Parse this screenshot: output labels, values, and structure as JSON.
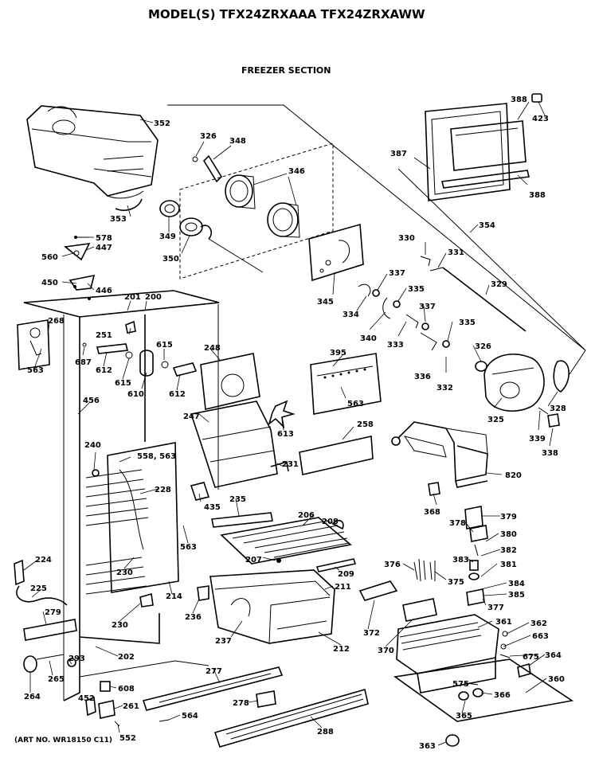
{
  "header": {
    "model_title": "MODEL(S) TFX24ZRXAAA  TFX24ZRXAWW",
    "section_title": "FREEZER SECTION"
  },
  "footer": {
    "art_number": "(ART NO. WR18150 C11)"
  },
  "part_labels": [
    "352",
    "326",
    "348",
    "346",
    "388",
    "423",
    "387",
    "388",
    "353",
    "349",
    "350",
    "354",
    "330",
    "331",
    "329",
    "578",
    "447",
    "560",
    "450",
    "446",
    "345",
    "337",
    "335",
    "334",
    "340",
    "333",
    "337",
    "335",
    "326",
    "201",
    "200",
    "268",
    "251",
    "615",
    "248",
    "563",
    "687",
    "612",
    "615",
    "610",
    "612",
    "336",
    "332",
    "395",
    "563",
    "325",
    "328",
    "456",
    "247",
    "613",
    "258",
    "339",
    "338",
    "240",
    "558, 563",
    "231",
    "820",
    "228",
    "435",
    "235",
    "368",
    "379",
    "378",
    "206",
    "208",
    "380",
    "563",
    "382",
    "224",
    "230",
    "207",
    "209",
    "383",
    "381",
    "376",
    "375",
    "384",
    "385",
    "225",
    "214",
    "211",
    "377",
    "230",
    "236",
    "372",
    "361",
    "362",
    "279",
    "237",
    "212",
    "370",
    "663",
    "202",
    "675",
    "364",
    "293",
    "277",
    "265",
    "608",
    "575",
    "360",
    "264",
    "452",
    "261",
    "278",
    "366",
    "564",
    "365",
    "552",
    "288",
    "363"
  ]
}
